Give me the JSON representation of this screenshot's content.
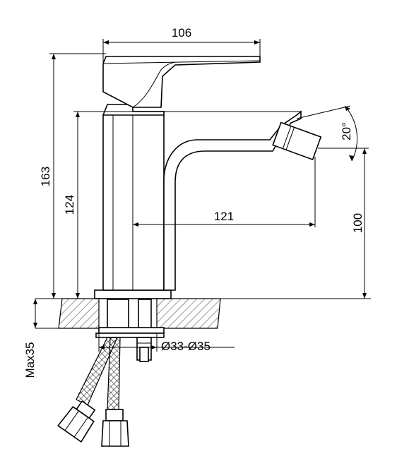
{
  "diagram": {
    "dimensions": {
      "width_top": "106",
      "total_height": "163",
      "body_height": "124",
      "spout_reach": "121",
      "spout_height": "100",
      "angle": "20°",
      "hole_diameter": "Ø33-Ø35",
      "max_thickness": "Max35"
    }
  }
}
